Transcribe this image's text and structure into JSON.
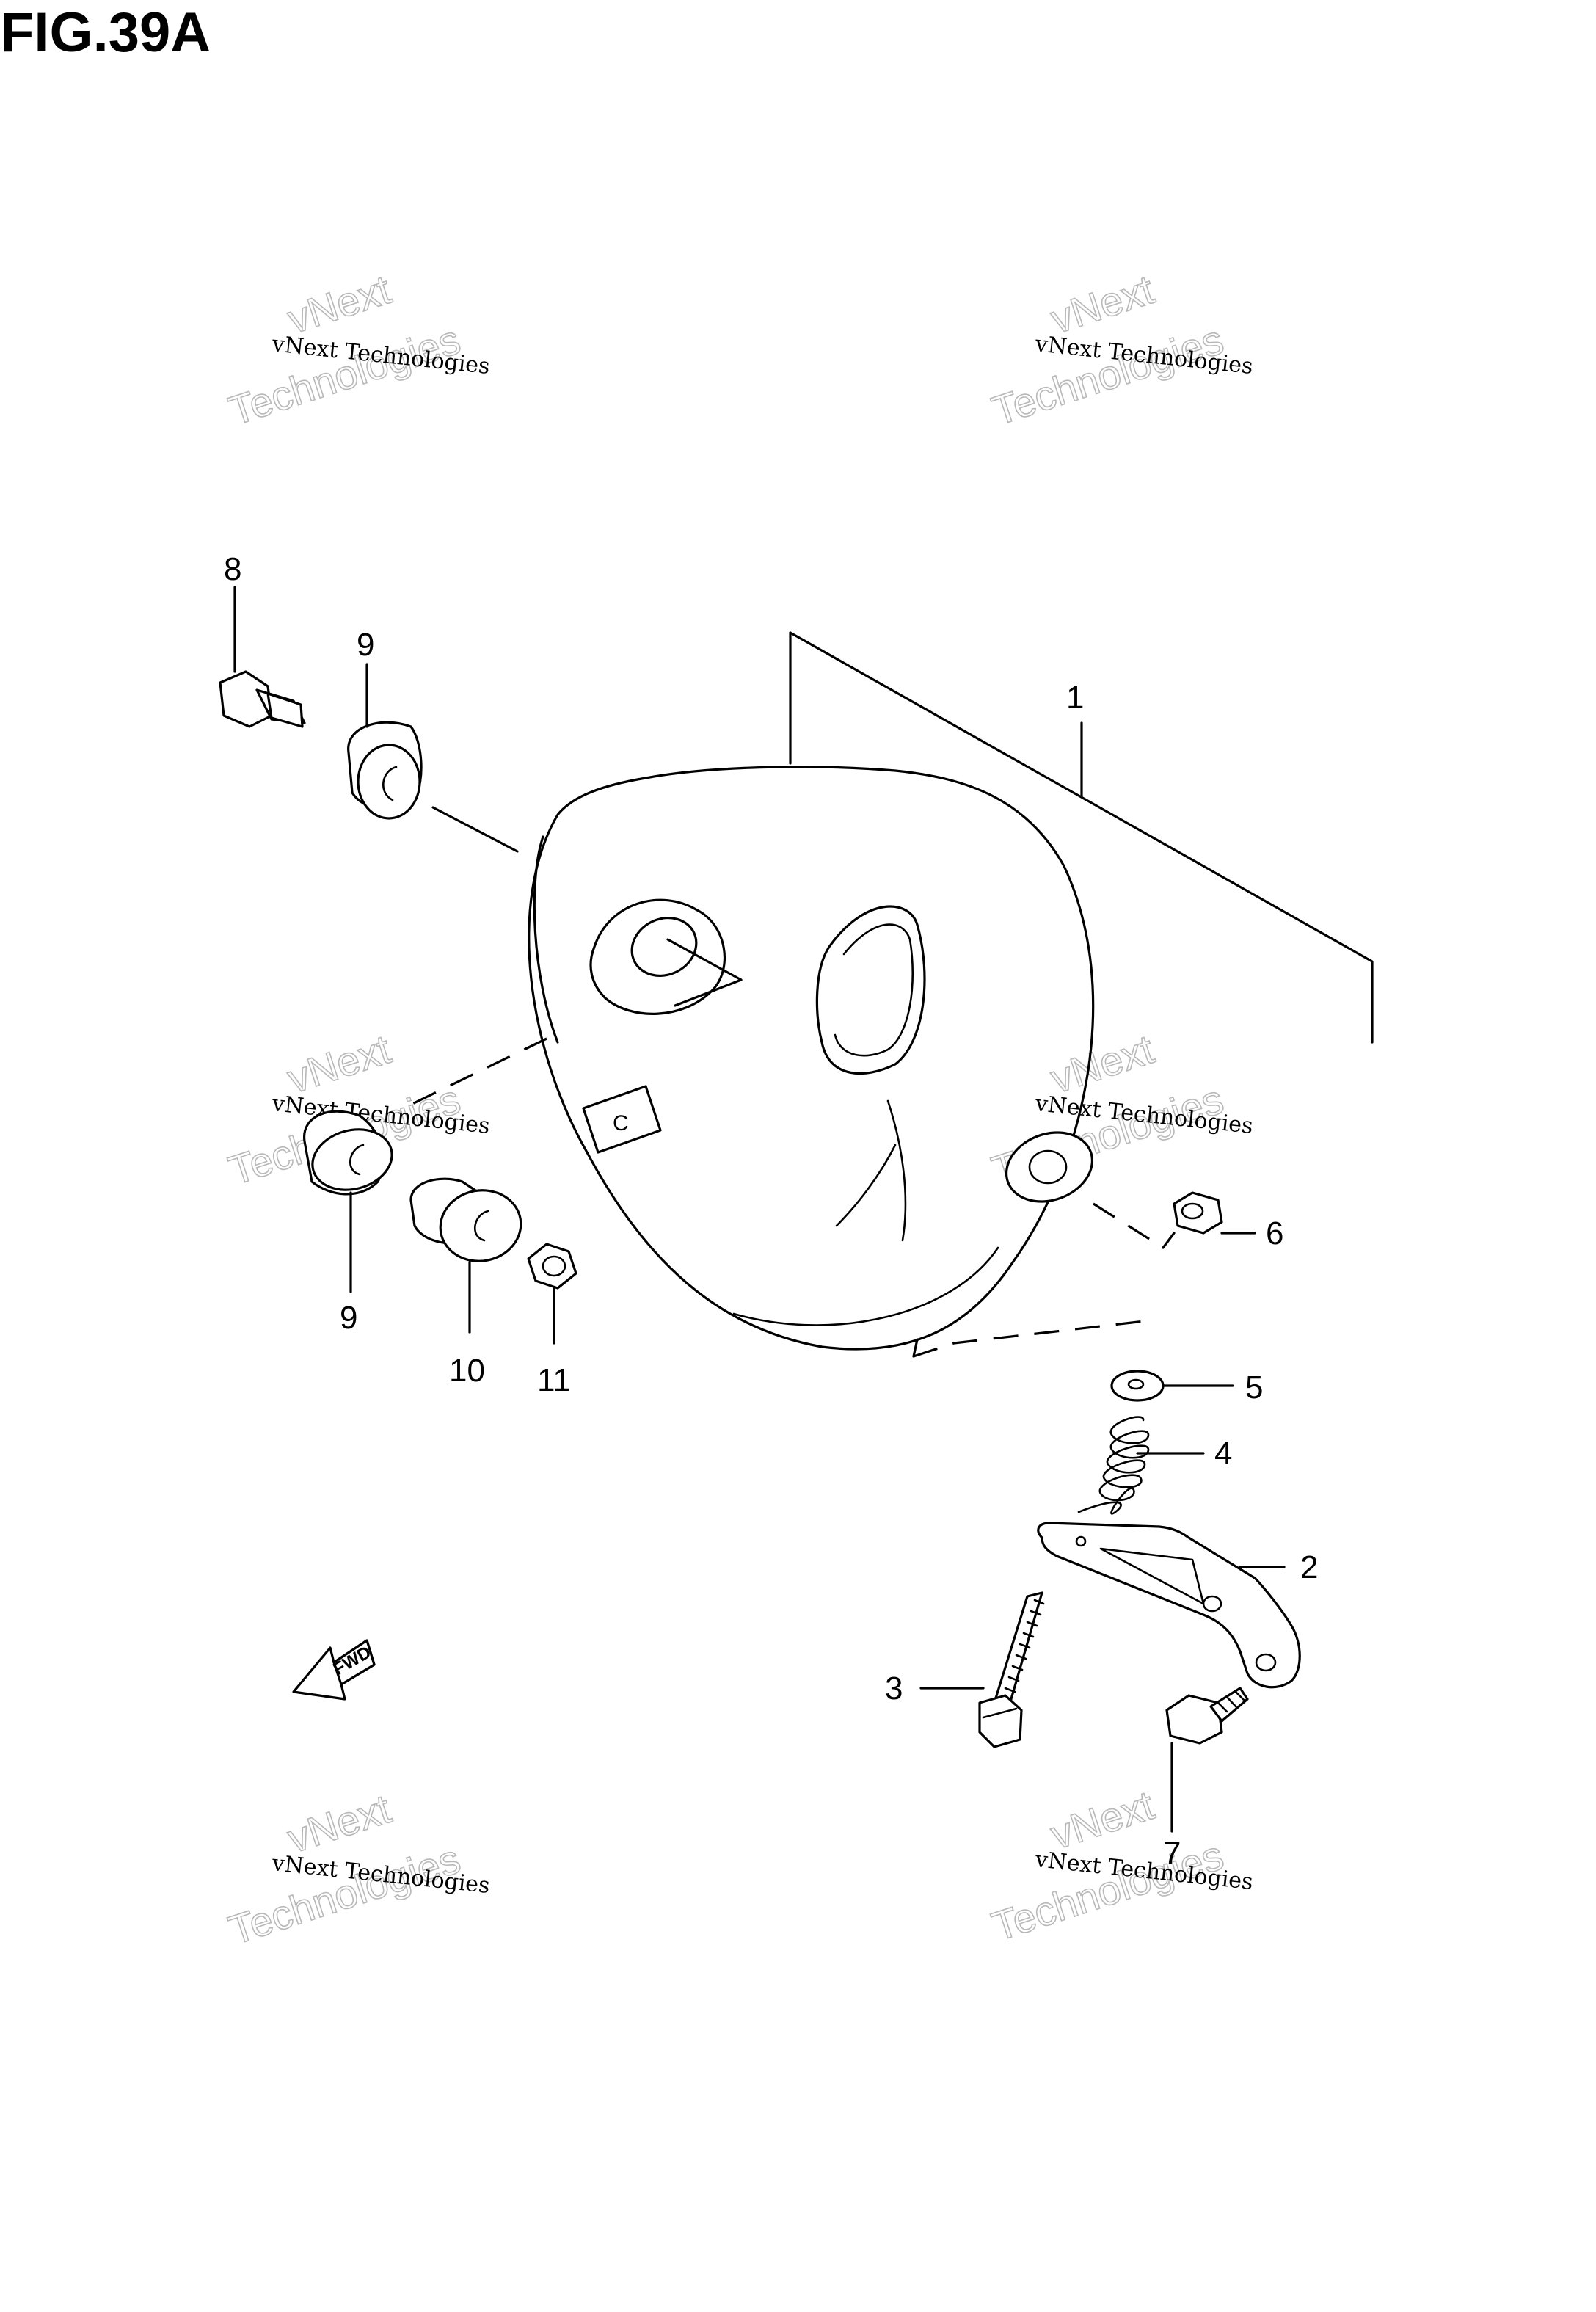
{
  "figure": {
    "title": "FIG.39A",
    "watermark": {
      "line": "vNext Technologies",
      "big_top": "vNext",
      "big_bottom": "Technologies"
    },
    "callouts": [
      "1",
      "2",
      "3",
      "4",
      "5",
      "6",
      "7",
      "8",
      "9",
      "9",
      "10",
      "11"
    ],
    "fwd_label": "FWD"
  }
}
